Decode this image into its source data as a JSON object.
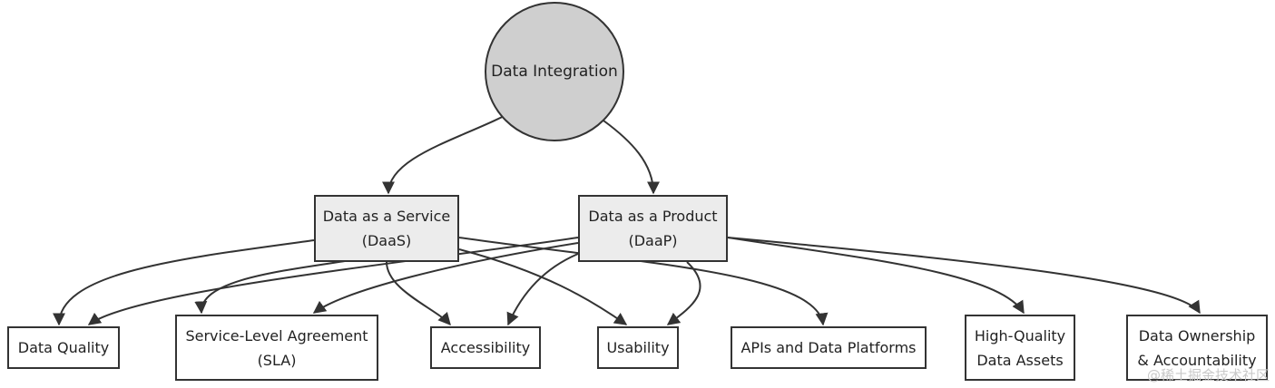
{
  "diagram": {
    "root": {
      "label": "Data Integration"
    },
    "models": [
      {
        "id": "daas",
        "line1": "Data as a Service",
        "line2": "(DaaS)"
      },
      {
        "id": "daap",
        "line1": "Data as a Product",
        "line2": "(DaaP)"
      }
    ],
    "outcomes": [
      {
        "id": "quality",
        "lines": [
          "Data Quality"
        ]
      },
      {
        "id": "sla",
        "lines": [
          "Service-Level Agreement",
          "(SLA)"
        ]
      },
      {
        "id": "access",
        "lines": [
          "Accessibility"
        ]
      },
      {
        "id": "usability",
        "lines": [
          "Usability"
        ]
      },
      {
        "id": "apis",
        "lines": [
          "APIs and Data Platforms"
        ]
      },
      {
        "id": "assets",
        "lines": [
          "High-Quality",
          "Data Assets"
        ]
      },
      {
        "id": "ownership",
        "lines": [
          "Data Ownership",
          "& Accountability"
        ]
      }
    ],
    "edges": [
      {
        "from": "root",
        "to": "daas"
      },
      {
        "from": "root",
        "to": "daap"
      },
      {
        "from": "daas",
        "to": "quality"
      },
      {
        "from": "daas",
        "to": "sla"
      },
      {
        "from": "daas",
        "to": "access"
      },
      {
        "from": "daas",
        "to": "usability"
      },
      {
        "from": "daas",
        "to": "apis"
      },
      {
        "from": "daap",
        "to": "quality"
      },
      {
        "from": "daap",
        "to": "sla"
      },
      {
        "from": "daap",
        "to": "access"
      },
      {
        "from": "daap",
        "to": "usability"
      },
      {
        "from": "daap",
        "to": "assets"
      },
      {
        "from": "daap",
        "to": "ownership"
      }
    ]
  },
  "watermark": "@稀土掘金技术社区"
}
